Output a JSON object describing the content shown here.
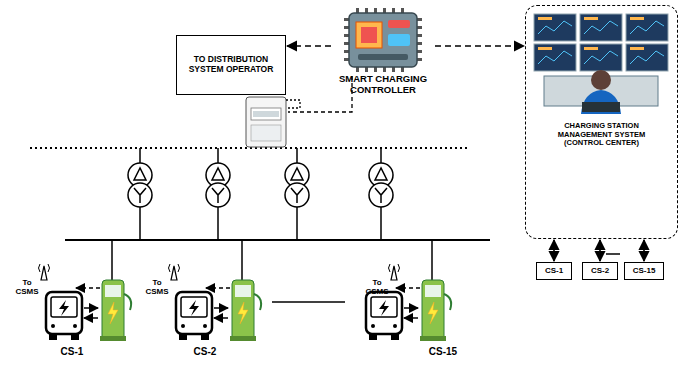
{
  "diagram": {
    "nodes": [
      {
        "text": [
          "TO DISTRIBUTION SYSTEM OPERATOR"
        ]
      },
      {
        "text": [
          "SMART CHARGING CONTROLLER"
        ]
      },
      {
        "text": [
          "CHARGING STATION MANAGEMENT SYSTEM (CONTROL CENTER)"
        ]
      },
      {
        "text": [
          "CS-1"
        ]
      },
      {
        "text": [
          "CS-2"
        ]
      },
      {
        "text": [
          "CS-15"
        ]
      }
    ],
    "edges": [
      {
        "from": 1,
        "to": 0,
        "arrow": "to"
      },
      {
        "from": 1,
        "to": 2,
        "arrow": "to"
      },
      {
        "from": 2,
        "to": 3,
        "arrow": "both"
      },
      {
        "from": 2,
        "to": 4,
        "arrow": "both"
      },
      {
        "from": 2,
        "to": 5,
        "arrow": "both"
      }
    ],
    "labels": [
      "To CSMS",
      "To CSMS",
      "To CSMS",
      "CS-1",
      "CS-2",
      "CS-15"
    ]
  }
}
